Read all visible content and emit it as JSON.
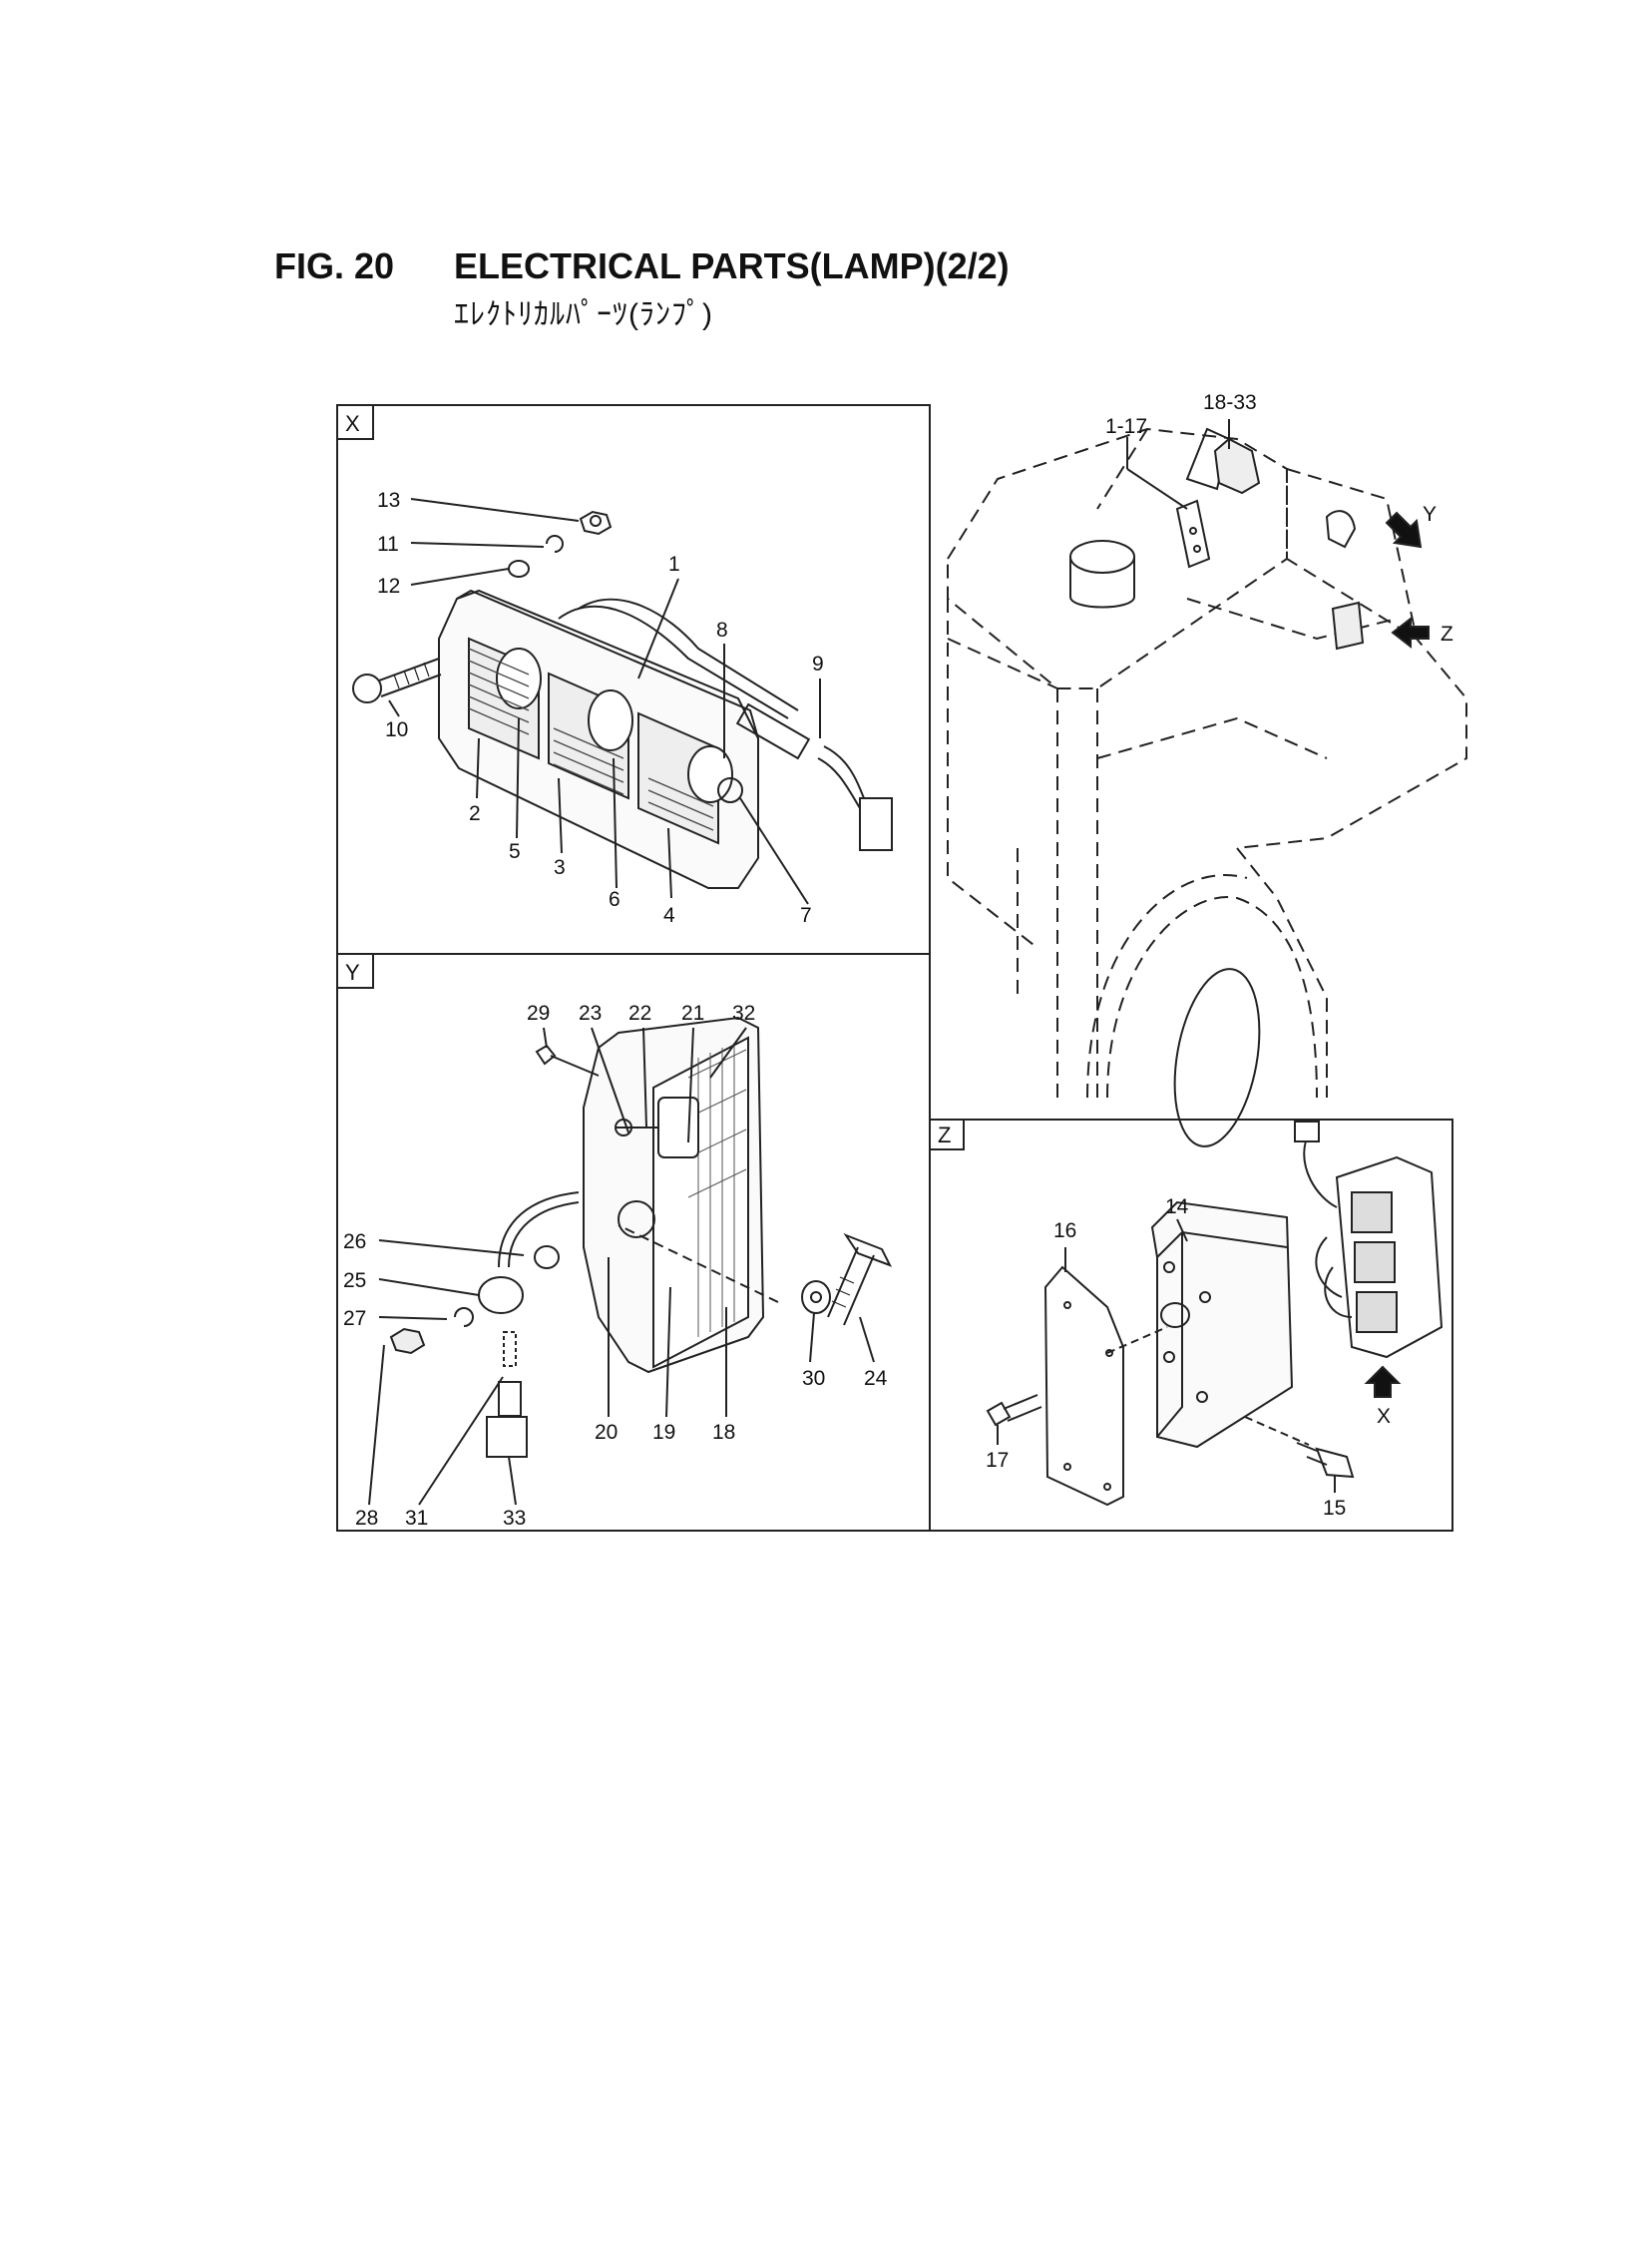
{
  "header": {
    "figure": "FIG. 20",
    "title": "ELECTRICAL PARTS(LAMP)(2/2)",
    "subtitle": "ｴﾚｸﾄﾘｶﾙﾊﾟｰﾂ(ﾗﾝﾌﾟ)"
  },
  "views": {
    "x": {
      "label": "X"
    },
    "y": {
      "label": "Y"
    },
    "z": {
      "label": "Z"
    }
  },
  "overview": {
    "callouts": {
      "c1_17": "1-17",
      "c18_33": "18-33"
    },
    "arrows": {
      "y": "Y",
      "z": "Z"
    }
  },
  "parts_x": [
    "1",
    "2",
    "3",
    "4",
    "5",
    "6",
    "7",
    "8",
    "9",
    "10",
    "11",
    "12",
    "13"
  ],
  "parts_y": [
    "18",
    "19",
    "20",
    "21",
    "22",
    "23",
    "24",
    "25",
    "26",
    "27",
    "28",
    "29",
    "30",
    "31",
    "32",
    "33"
  ],
  "parts_z": [
    "14",
    "15",
    "16",
    "17"
  ],
  "z_arrow": "X"
}
